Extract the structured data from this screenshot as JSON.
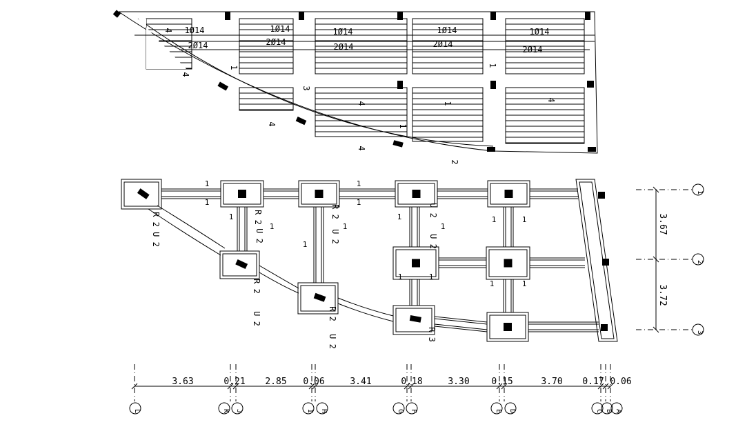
{
  "drawing": {
    "slab_plan": {
      "rebar_labels_top": [
        "1Ø14",
        "1Ø14",
        "1Ø14",
        "1Ø14",
        "1Ø14"
      ],
      "rebar_labels_bottom": [
        "2Ø14",
        "2Ø14",
        "2Ø14",
        "2Ø14",
        "2Ø14"
      ],
      "section_marks": [
        "4",
        "1",
        "3",
        "1",
        "4",
        "4",
        "4",
        "1",
        "1",
        "4",
        "4",
        "2"
      ]
    },
    "foundation_plan": {
      "beam_labels": [
        "R 2",
        "U 2",
        "R 2",
        "U 2",
        "R 2",
        "U 2",
        "R 2",
        "U 2",
        "R 2",
        "U 2",
        "U 2",
        "U 2",
        "R 3"
      ],
      "section_marks": [
        "1",
        "1",
        "1",
        "1",
        "1",
        "1",
        "1",
        "1",
        "1",
        "1",
        "1",
        "1",
        "1",
        "1",
        "1",
        "1"
      ]
    },
    "horizontal_dimensions": [
      "3.63",
      "0.21",
      "2.85",
      "0.06",
      "3.41",
      "0.18",
      "3.30",
      "0.15",
      "3.70",
      "0.17",
      "0.06"
    ],
    "vertical_dimensions": [
      "3.67",
      "3.72"
    ],
    "grid_axes_x": [
      "L",
      "K",
      "J",
      "I",
      "H",
      "G",
      "F",
      "E",
      "D",
      "C",
      "B",
      "A"
    ],
    "grid_axes_y": [
      "1",
      "2",
      "3"
    ],
    "colors": {
      "line": "#000000",
      "background": "#ffffff"
    }
  }
}
